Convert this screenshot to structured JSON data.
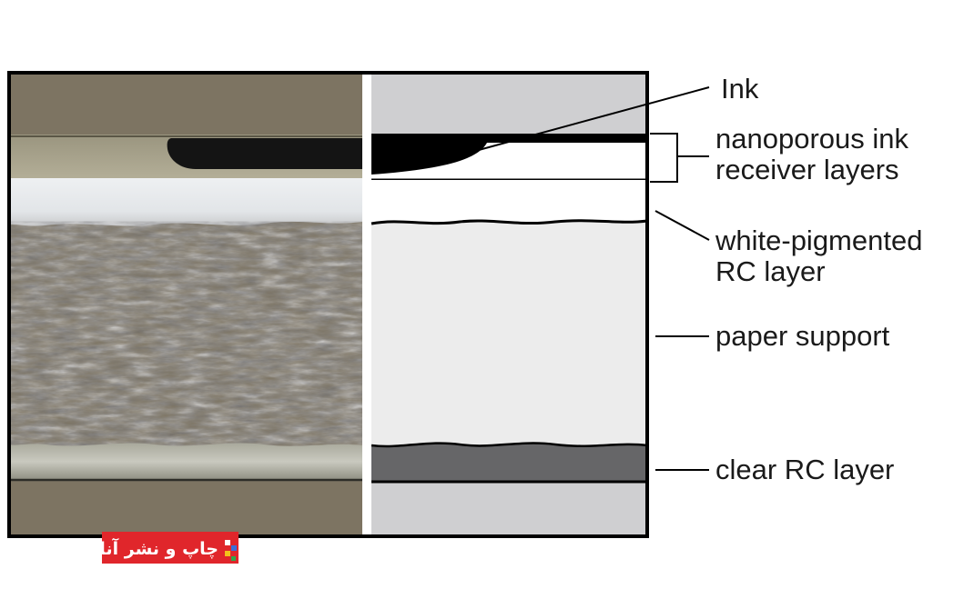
{
  "labels": {
    "ink": "Ink",
    "receiver_line1": "nanoporous ink",
    "receiver_line2": "receiver layers",
    "white_line1": "white-pigmented",
    "white_line2": "RC layer",
    "paper": "paper support",
    "clear": "clear RC layer"
  },
  "logo": {
    "text": "چاپ و نشر آنلاین",
    "color": "#e0262b"
  },
  "colors": {
    "photo_background": "#7d7462",
    "schematic_background": "#cfcfd1",
    "paper_support": "#ececec",
    "clear_rc": "#666668",
    "ink": "#000000"
  }
}
